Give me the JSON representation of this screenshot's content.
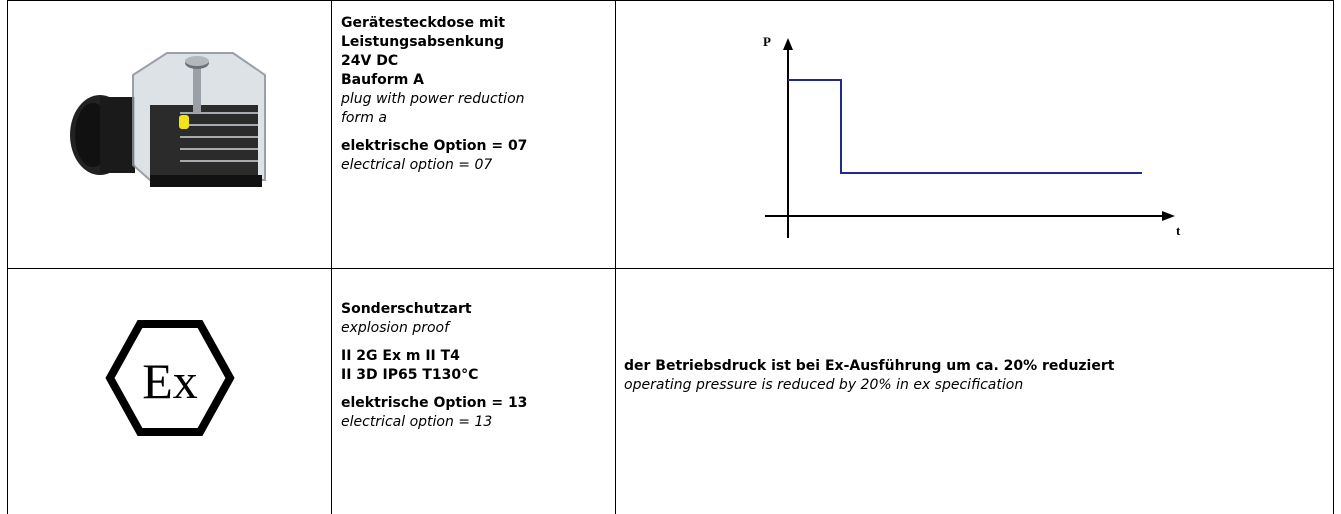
{
  "row1": {
    "title_de_1": "Gerätesteckdose mit",
    "title_de_2": "Leistungsabsenkung",
    "voltage": "24V DC",
    "form_de": "Bauform A",
    "title_en_1": "plug with power reduction",
    "title_en_2": "form a",
    "option_de": "elektrische Option = 07",
    "option_en": "electrical option = 07",
    "chart_data": {
      "type": "line",
      "ylabel": "P",
      "xlabel": "t",
      "series_color": "#1F2A8C"
    }
  },
  "row2": {
    "title_de": "Sonderschutzart",
    "title_en": "explosion proof",
    "spec_1": "II 2G Ex m II T4",
    "spec_2": "II 3D IP65 T130°C",
    "option_de": "elektrische Option = 13",
    "option_en": "electrical option = 13",
    "ex_symbol_text": "Ex",
    "note_de": "der Betriebsdruck ist bei Ex-Ausführung um ca. 20% reduziert",
    "note_en": "operating pressure is reduced by 20% in ex specification"
  }
}
